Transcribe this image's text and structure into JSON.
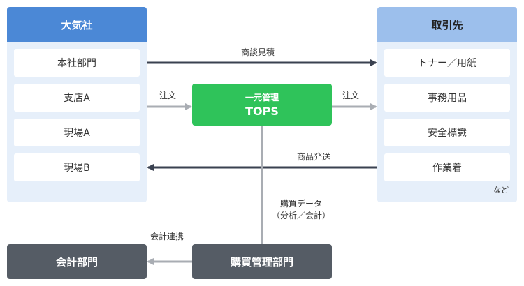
{
  "left_panel": {
    "title": "大気社",
    "items": [
      "本社部門",
      "支店A",
      "現場A",
      "現場B"
    ]
  },
  "right_panel": {
    "title": "取引先",
    "items": [
      "トナー／用紙",
      "事務用品",
      "安全標識",
      "作業着"
    ],
    "footnote": "など"
  },
  "tops": {
    "subtitle": "一元管理",
    "title": "TOPS"
  },
  "purchasing": {
    "title": "購買管理部門"
  },
  "accounting": {
    "title": "会計部門"
  },
  "labels": {
    "negotiation": "商談見積",
    "order_left": "注文",
    "order_right": "注文",
    "shipping": "商品発送",
    "purchase_data_line1": "購買データ",
    "purchase_data_line2": "（分析／会計）",
    "accounting_link": "会計連携"
  },
  "colors": {
    "left_header": "#4b88d6",
    "right_header": "#9cbfec",
    "panel_bg": "#e6effa",
    "tops": "#2fc35a",
    "dark_box": "#555c65",
    "dark_arrow": "#3a4150",
    "light_arrow": "#a9adb3"
  }
}
